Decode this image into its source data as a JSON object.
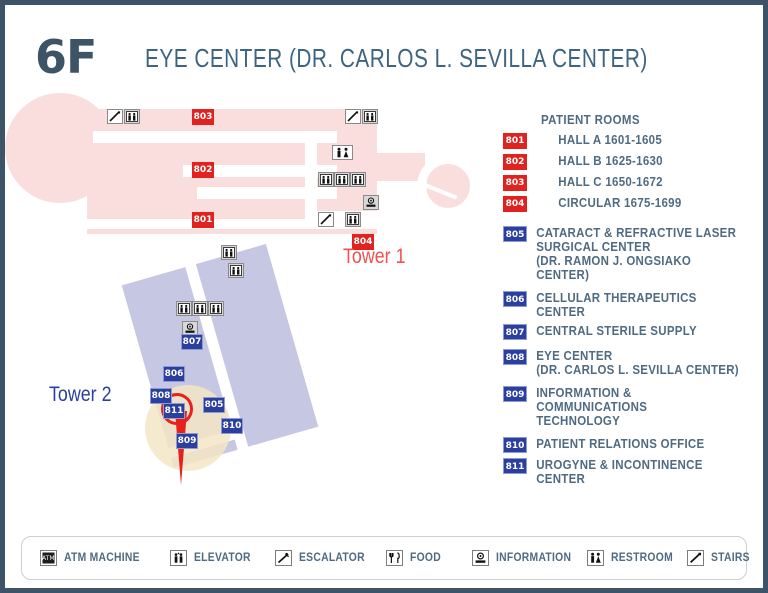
{
  "header": {
    "floor": "6F",
    "title": "EYE CENTER (DR. CARLOS L. SEVILLA CENTER)"
  },
  "map": {
    "tower1_label": "Tower 1",
    "tower2_label": "Tower 2",
    "tower1_rooms": [
      {
        "id": "803",
        "color": "#e0231f"
      },
      {
        "id": "802",
        "color": "#e0231f"
      },
      {
        "id": "801",
        "color": "#e0231f"
      },
      {
        "id": "804",
        "color": "#e0231f"
      }
    ],
    "tower2_rooms": [
      {
        "id": "807",
        "color": "#2b3f9e"
      },
      {
        "id": "806",
        "color": "#2b3f9e"
      },
      {
        "id": "808",
        "color": "#2b3f9e"
      },
      {
        "id": "811",
        "color": "#2b3f9e"
      },
      {
        "id": "805",
        "color": "#2b3f9e"
      },
      {
        "id": "810",
        "color": "#2b3f9e"
      },
      {
        "id": "809",
        "color": "#2b3f9e"
      }
    ],
    "you_are_here_room": "808"
  },
  "legend": {
    "heading": "PATIENT ROOMS",
    "patient_rooms": [
      {
        "num": "801",
        "text": "HALL A 1601-1605"
      },
      {
        "num": "802",
        "text": "HALL B 1625-1630"
      },
      {
        "num": "803",
        "text": "HALL C 1650-1672"
      },
      {
        "num": "804",
        "text": "CIRCULAR 1675-1699"
      }
    ],
    "facilities": [
      {
        "num": "805",
        "text": "CATARACT & REFRACTIVE LASER\n      SURGICAL CENTER\n      (DR. RAMON J. ONGSIAKO CENTER)"
      },
      {
        "num": "806",
        "text": "CELLULAR THERAPEUTICS CENTER"
      },
      {
        "num": "807",
        "text": "CENTRAL STERILE SUPPLY"
      },
      {
        "num": "808",
        "text": "EYE CENTER\n      (DR. CARLOS L. SEVILLA CENTER)"
      },
      {
        "num": "809",
        "text": "INFORMATION & COMMUNICATIONS\n      TECHNOLOGY"
      },
      {
        "num": "810",
        "text": "PATIENT RELATIONS OFFICE"
      },
      {
        "num": "811",
        "text": "UROGYNE & INCONTINENCE CENTER"
      }
    ]
  },
  "bottom_legend": [
    {
      "icon": "atm-icon",
      "label": "ATM MACHINE"
    },
    {
      "icon": "elevator-icon",
      "label": "ELEVATOR"
    },
    {
      "icon": "escalator-icon",
      "label": "ESCALATOR"
    },
    {
      "icon": "food-icon",
      "label": "FOOD"
    },
    {
      "icon": "information-icon",
      "label": "INFORMATION"
    },
    {
      "icon": "restroom-icon",
      "label": "RESTROOM"
    },
    {
      "icon": "stairs-icon",
      "label": "STAIRS"
    }
  ],
  "colors": {
    "frame": "#3d5468",
    "tower1_fill": "#fadedd",
    "tower2_fill": "#c6c7e2",
    "red": "#e0231f",
    "blue": "#2b3f9e",
    "text_blue": "#4f6b82",
    "highlight": "#f3e6c4"
  }
}
